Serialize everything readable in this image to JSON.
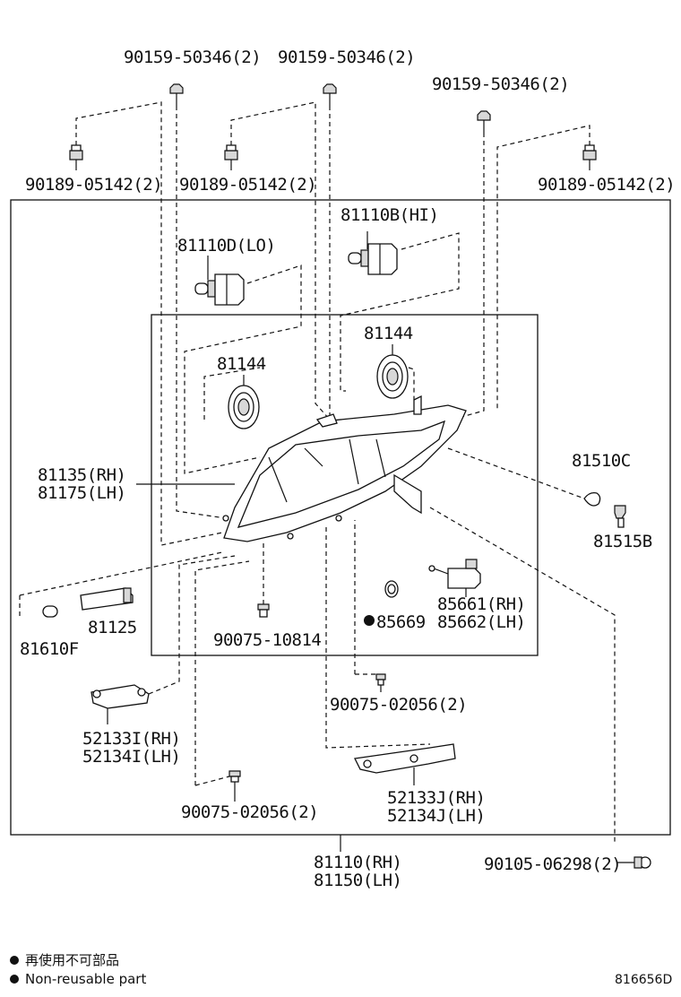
{
  "labels": {
    "bolt_a": "90159-50346(2)",
    "bolt_b": "90159-50346(2)",
    "bolt_c": "90159-50346(2)",
    "nut_a": "90189-05142(2)",
    "nut_b": "90189-05142(2)",
    "nut_c": "90189-05142(2)",
    "bulb_hi": "81110B(HI)",
    "bulb_lo": "81110D(LO)",
    "cap_upper": "81144",
    "cap_lower": "81144",
    "housing_rh": "81135(RH)",
    "housing_lh": "81175(LH)",
    "side_lamp": "81510C",
    "socket": "81515B",
    "lamp_81125": "81125",
    "bulb_81610f": "81610F",
    "screw_center": "90075-10814",
    "gasket": "85669",
    "motor_rh": "85661(RH)",
    "motor_lh": "85662(LH)",
    "screw_mid": "90075-02056(2)",
    "bracket_i_rh": "52133I(RH)",
    "bracket_i_lh": "52134I(LH)",
    "bracket_j_rh": "52133J(RH)",
    "bracket_j_lh": "52134J(LH)",
    "screw_low": "90075-02056(2)",
    "assy_rh": "81110(RH)",
    "assy_lh": "81150(LH)",
    "screw_right": "90105-06298(2)"
  },
  "legend": {
    "line_jp": "再使用不可部品",
    "line_en": "Non-reusable part"
  },
  "diagram_code": "816656D"
}
